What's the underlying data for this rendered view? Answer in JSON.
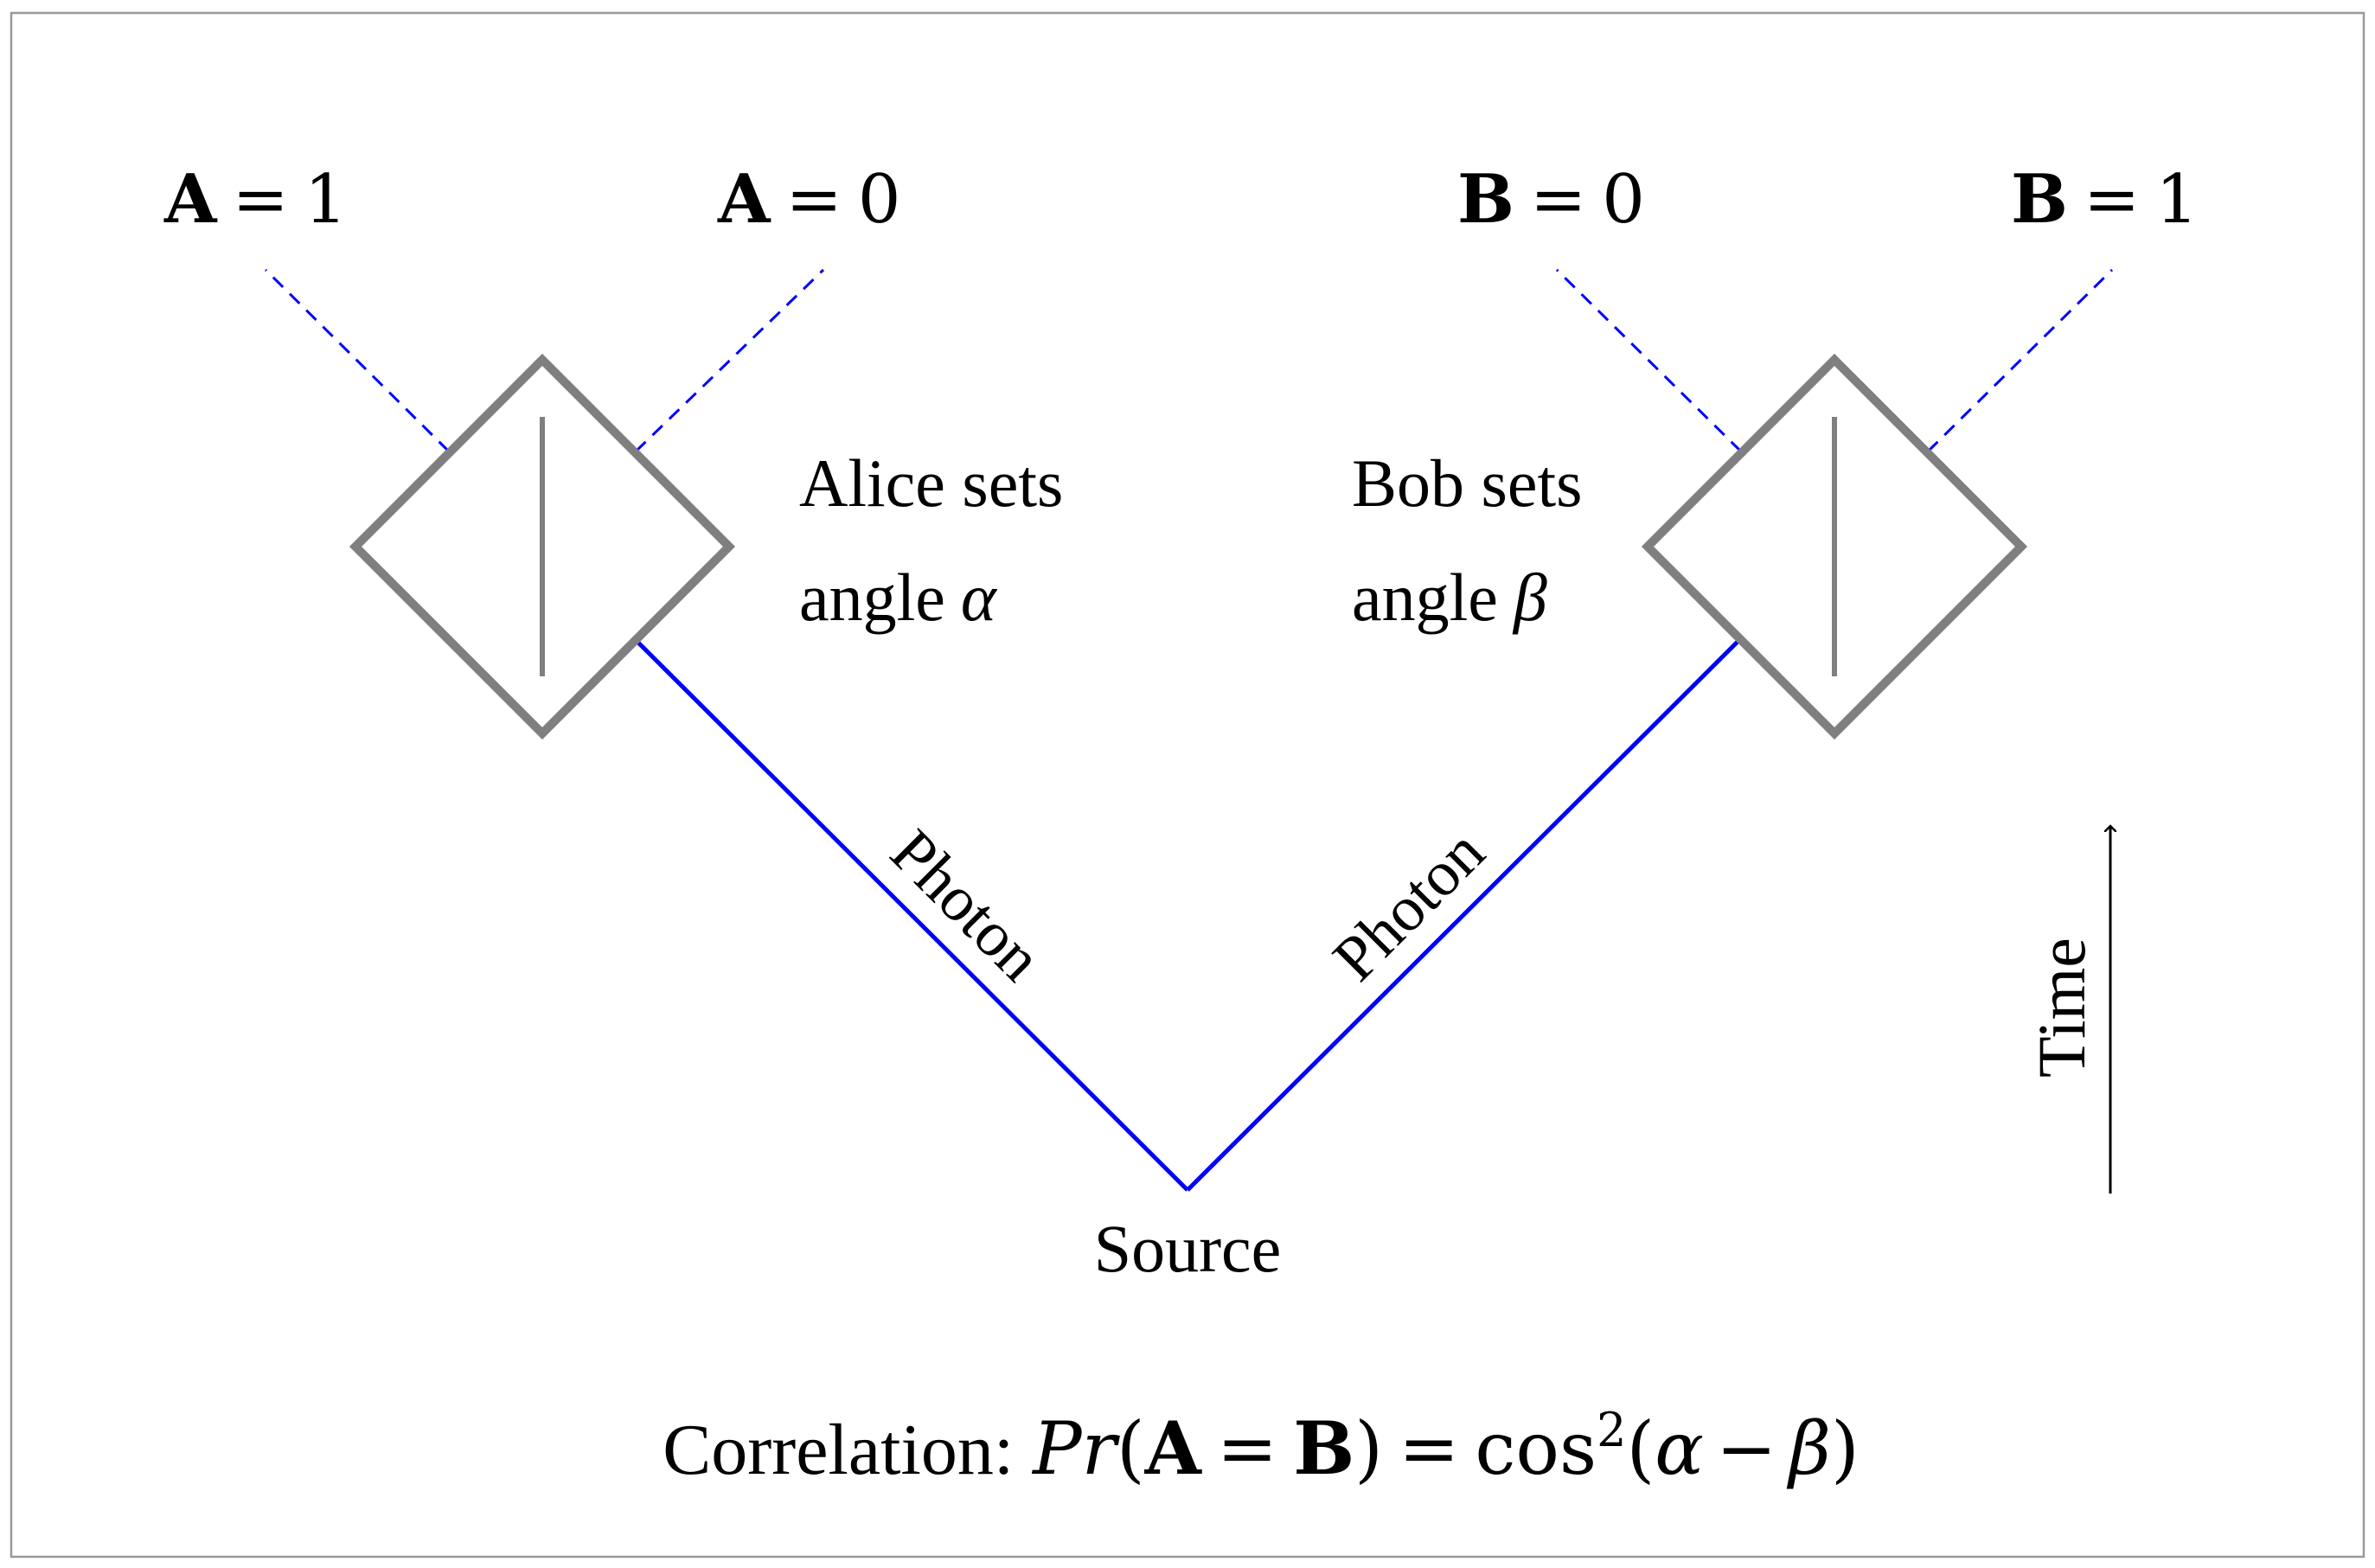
{
  "outcomes": {
    "alice_a1": {
      "var": "A",
      "op": "=",
      "val": "1"
    },
    "alice_a0": {
      "var": "A",
      "op": "=",
      "val": "0"
    },
    "bob_b0": {
      "var": "B",
      "op": "=",
      "val": "0"
    },
    "bob_b1": {
      "var": "B",
      "op": "=",
      "val": "1"
    }
  },
  "alice": {
    "line1": "Alice sets",
    "line2_text": "angle",
    "line2_symbol": "α"
  },
  "bob": {
    "line1": "Bob sets",
    "line2_text": "angle",
    "line2_symbol": "β"
  },
  "photon_left": "Photon",
  "photon_right": "Photon",
  "source": "Source",
  "time": "Time",
  "correlation": {
    "prefix": "Correlation:",
    "pr": "Pr",
    "open": "(",
    "a": "A",
    "eq1": "=",
    "b": "B",
    "close": ")",
    "eq2": "=",
    "cos": "cos",
    "exp": "2",
    "arg_open": "(",
    "alpha": "α",
    "minus": "−",
    "beta": "β",
    "arg_close": ")"
  },
  "colors": {
    "frame": "#999999",
    "box": "#7f7f7f",
    "photon": "#0000ff",
    "text": "#000000"
  }
}
